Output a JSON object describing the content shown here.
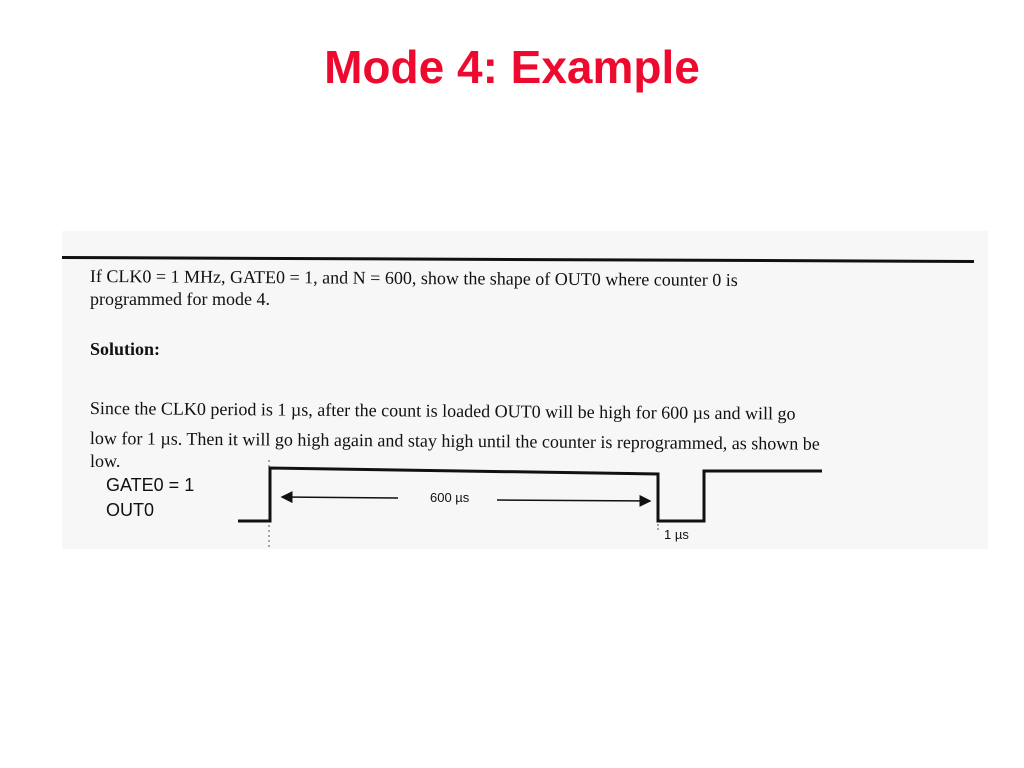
{
  "slide": {
    "title": "Mode 4: Example"
  },
  "problem": {
    "line1": "If CLK0 = 1 MHz, GATE0 = 1, and N = 600, show the shape of OUT0 where counter 0 is",
    "line2": "programmed for mode 4."
  },
  "solution": {
    "heading": "Solution:",
    "line1": "Since the CLK0 period is 1 µs, after the count is loaded OUT0 will be high for 600 µs and will go",
    "line2": "low for 1 µs. Then it will go high again and stay high until the counter is reprogrammed, as shown be",
    "line3": "low."
  },
  "diagram": {
    "gate_label": "GATE0 = 1",
    "out_label": "OUT0",
    "high_duration_label": "600 µs",
    "low_duration_label": "1 µs"
  }
}
